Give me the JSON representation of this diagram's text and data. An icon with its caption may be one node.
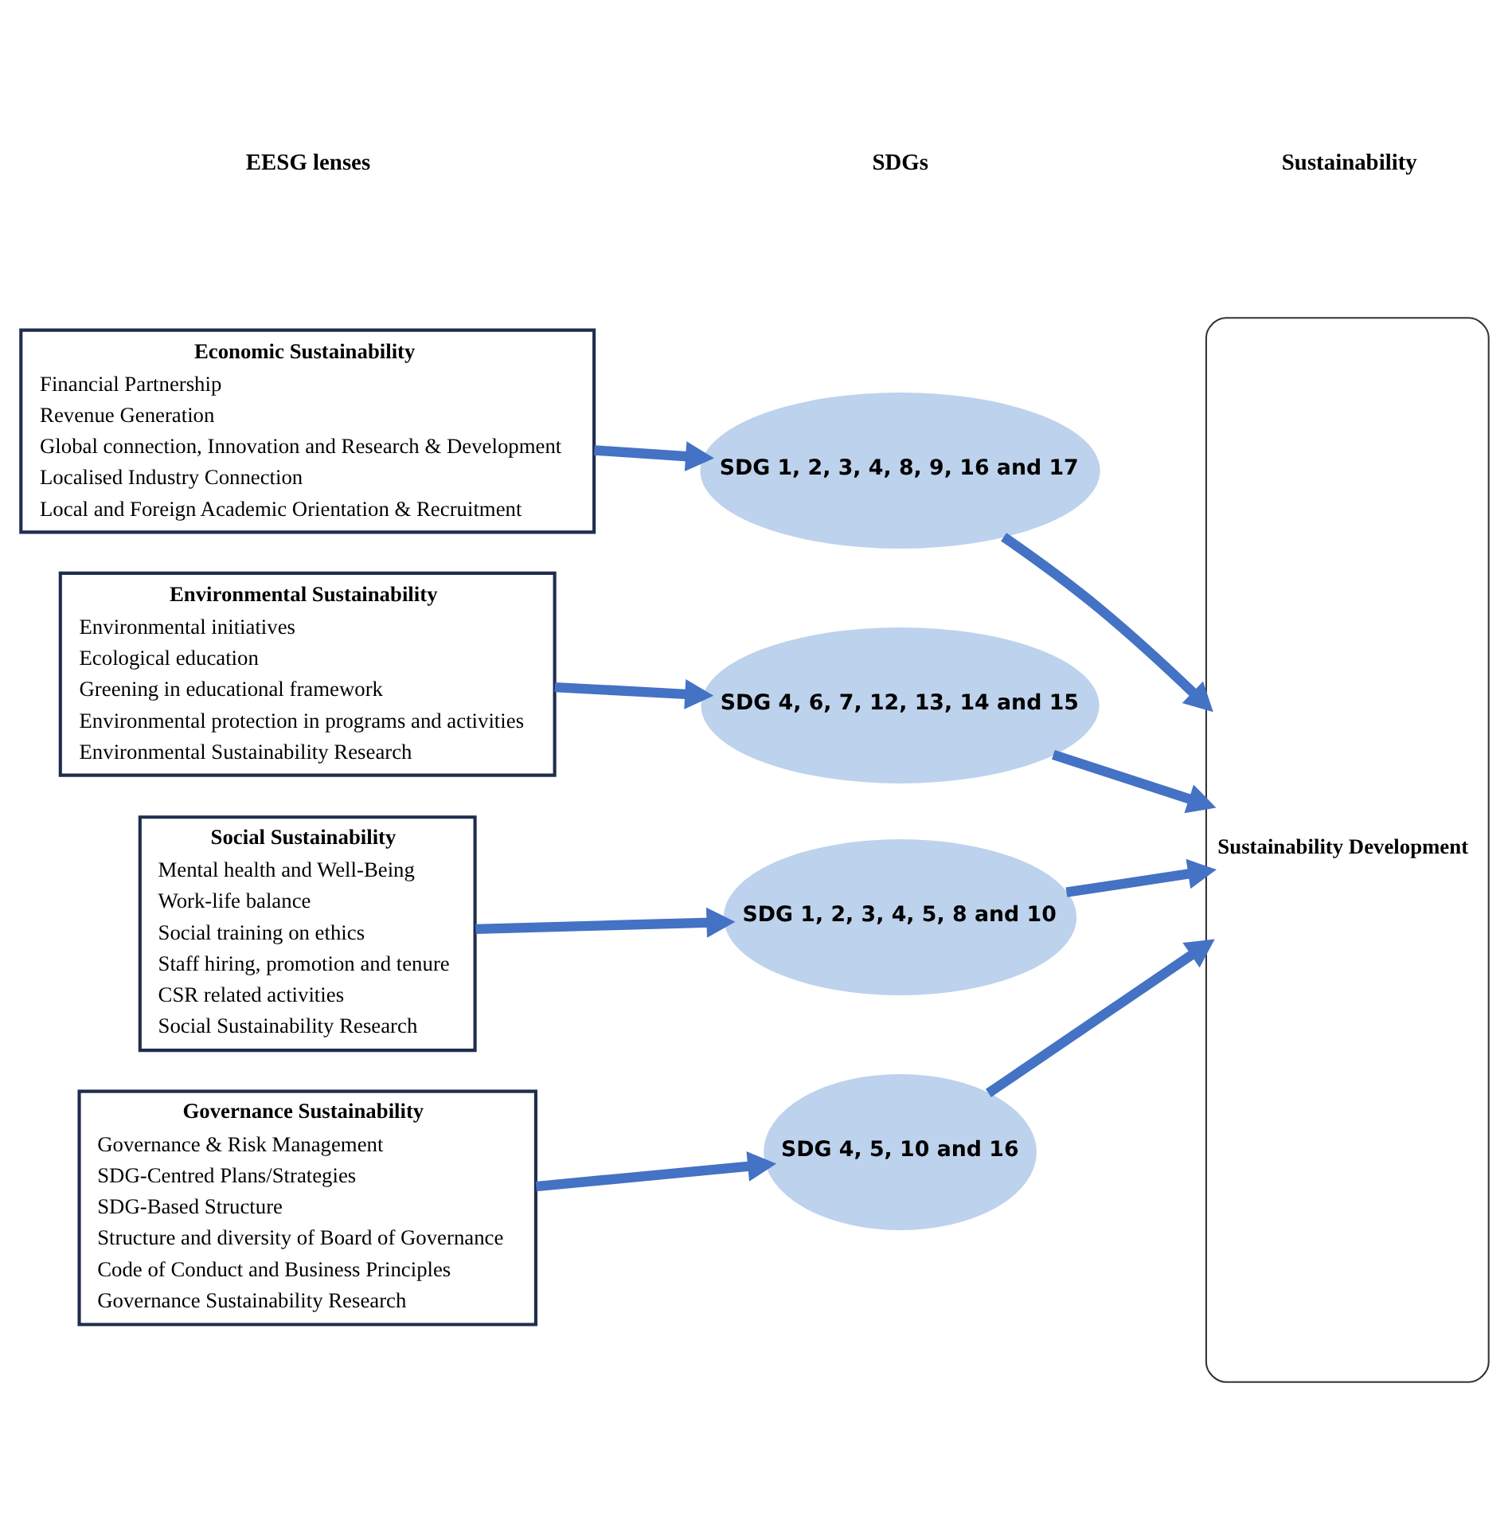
{
  "diagram": {
    "nodes": [
      {
        "text": [
          "Economic Sustainability",
          "Financial Partnership",
          "Revenue Generation",
          "Global connection, Innovation and Research & Development",
          "Localised Industry Connection",
          "Local and Foreign Academic Orientation & Recruitment"
        ]
      },
      {
        "text": [
          "SDG 1, 2, 3, 4, 8, 9, 16 and 17"
        ]
      },
      {
        "text": [
          "Environmental Sustainability",
          "Environmental initiatives",
          "Ecological education",
          "Greening in educational framework",
          "Environmental protection in programs and activities",
          "Environmental Sustainability Research"
        ]
      },
      {
        "text": [
          "SDG 4, 6, 7, 12, 13, 14 and 15"
        ]
      },
      {
        "text": [
          "Social Sustainability",
          "Mental health and Well-Being",
          "Work-life balance",
          "Social training on ethics",
          "Staff hiring, promotion and tenure",
          "CSR related activities",
          "Social Sustainability Research"
        ]
      },
      {
        "text": [
          "SDG 1, 2, 3, 4, 5, 8 and 10"
        ]
      },
      {
        "text": [
          "Governance Sustainability",
          "Governance & Risk Management",
          "SDG-Centred Plans/Strategies",
          "SDG-Based Structure",
          "Structure and diversity of Board of Governance",
          "Code of Conduct and Business Principles",
          "Governance Sustainability Research"
        ]
      },
      {
        "text": [
          "SDG 4, 5, 10 and 16"
        ]
      },
      {
        "text": [
          "Sustainability Development"
        ]
      }
    ],
    "edges": [
      {
        "from": 0,
        "to": 1,
        "arrow": "to"
      },
      {
        "from": 1,
        "to": 8,
        "arrow": "to"
      },
      {
        "from": 2,
        "to": 3,
        "arrow": "to"
      },
      {
        "from": 3,
        "to": 8,
        "arrow": "to"
      },
      {
        "from": 4,
        "to": 5,
        "arrow": "to"
      },
      {
        "from": 5,
        "to": 8,
        "arrow": "to"
      },
      {
        "from": 6,
        "to": 7,
        "arrow": "to"
      },
      {
        "from": 7,
        "to": 8,
        "arrow": "to"
      }
    ],
    "labels": [
      "EESG lenses",
      "SDGs",
      "Sustainability"
    ]
  }
}
